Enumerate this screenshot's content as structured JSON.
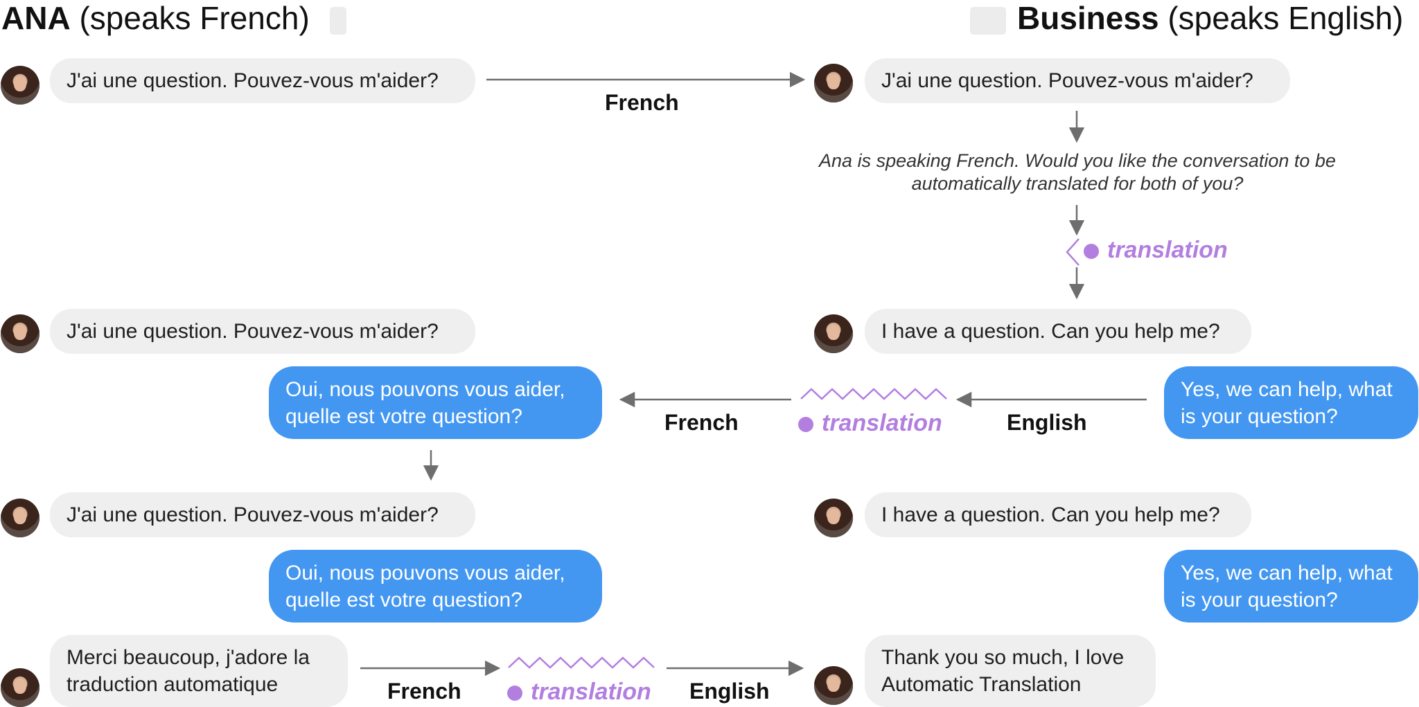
{
  "header": {
    "left_name": "ANA",
    "left_note": "(speaks French)",
    "right_name": "Business",
    "right_note": "(speaks English)"
  },
  "messages": {
    "fr_question": "J'ai une question. Pouvez-vous m'aider?",
    "en_question": "I have a question. Can you help me?",
    "fr_answer": "Oui, nous pouvons vous aider, quelle est votre question?",
    "en_answer": "Yes, we can help, what is your question?",
    "fr_thanks": "Merci beaucoup, j'adore la traduction automatique",
    "en_thanks": "Thank you so much, I love Automatic Translation"
  },
  "labels": {
    "french": "French",
    "english": "English",
    "translation": "translation"
  },
  "prompt": "Ana is speaking French. Would you like the conversation to be automatically translated for both of you?",
  "colors": {
    "bubble_grey": "#efefef",
    "bubble_blue": "#4397f1",
    "translation_purple": "#b27ee0",
    "arrow_grey": "#6e6e6e"
  }
}
